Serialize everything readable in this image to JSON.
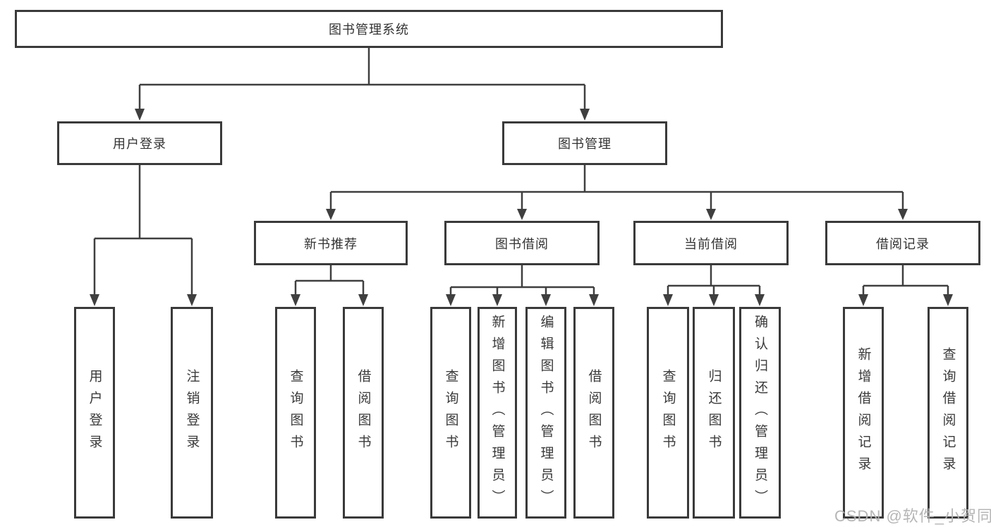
{
  "diagram_title": "图书管理系统",
  "colors": {
    "line": "#3f3f3f",
    "box_border": "#3a3a3a",
    "text": "#333333",
    "watermark": "#b2b2b2",
    "background": "#ffffff"
  },
  "nodes": {
    "root": "图书管理系统",
    "login_branch": "用户登录",
    "book_mgmt_branch": "图书管理",
    "new_book_rec": "新书推荐",
    "book_borrow": "图书借阅",
    "current_borrow": "当前借阅",
    "borrow_record": "借阅记录",
    "leaf_user_login": "用户登录",
    "leaf_logout": "注销登录",
    "leaf_query_book_rec": "查询图书",
    "leaf_borrow_book_rec": "借阅图书",
    "leaf_query_book_borrow": "查询图书",
    "leaf_add_book_admin": "新增图书（管理员）",
    "leaf_edit_book_admin": "编辑图书（管理员）",
    "leaf_borrow_book_borrow": "借阅图书",
    "leaf_query_book_current": "查询图书",
    "leaf_return_book": "归还图书",
    "leaf_confirm_return_admin": "确认归还（管理员）",
    "leaf_add_borrow_record": "新增借阅记录",
    "leaf_query_borrow_record": "查询借阅记录"
  },
  "watermark": "CSDN @软件_小贺同学"
}
